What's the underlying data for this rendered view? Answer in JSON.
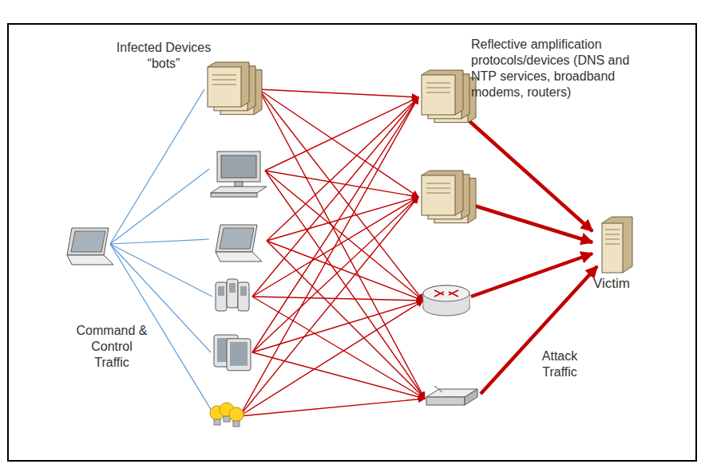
{
  "diagram": {
    "nodes": [
      {
        "text": [
          "Victim"
        ]
      }
    ],
    "labels": [
      "Infected Devices “bots”",
      "Command & Control Traffic",
      "Reflective amplification protocols/devices (DNS and NTP services, broadband modems, routers)",
      "Attack Traffic"
    ]
  }
}
